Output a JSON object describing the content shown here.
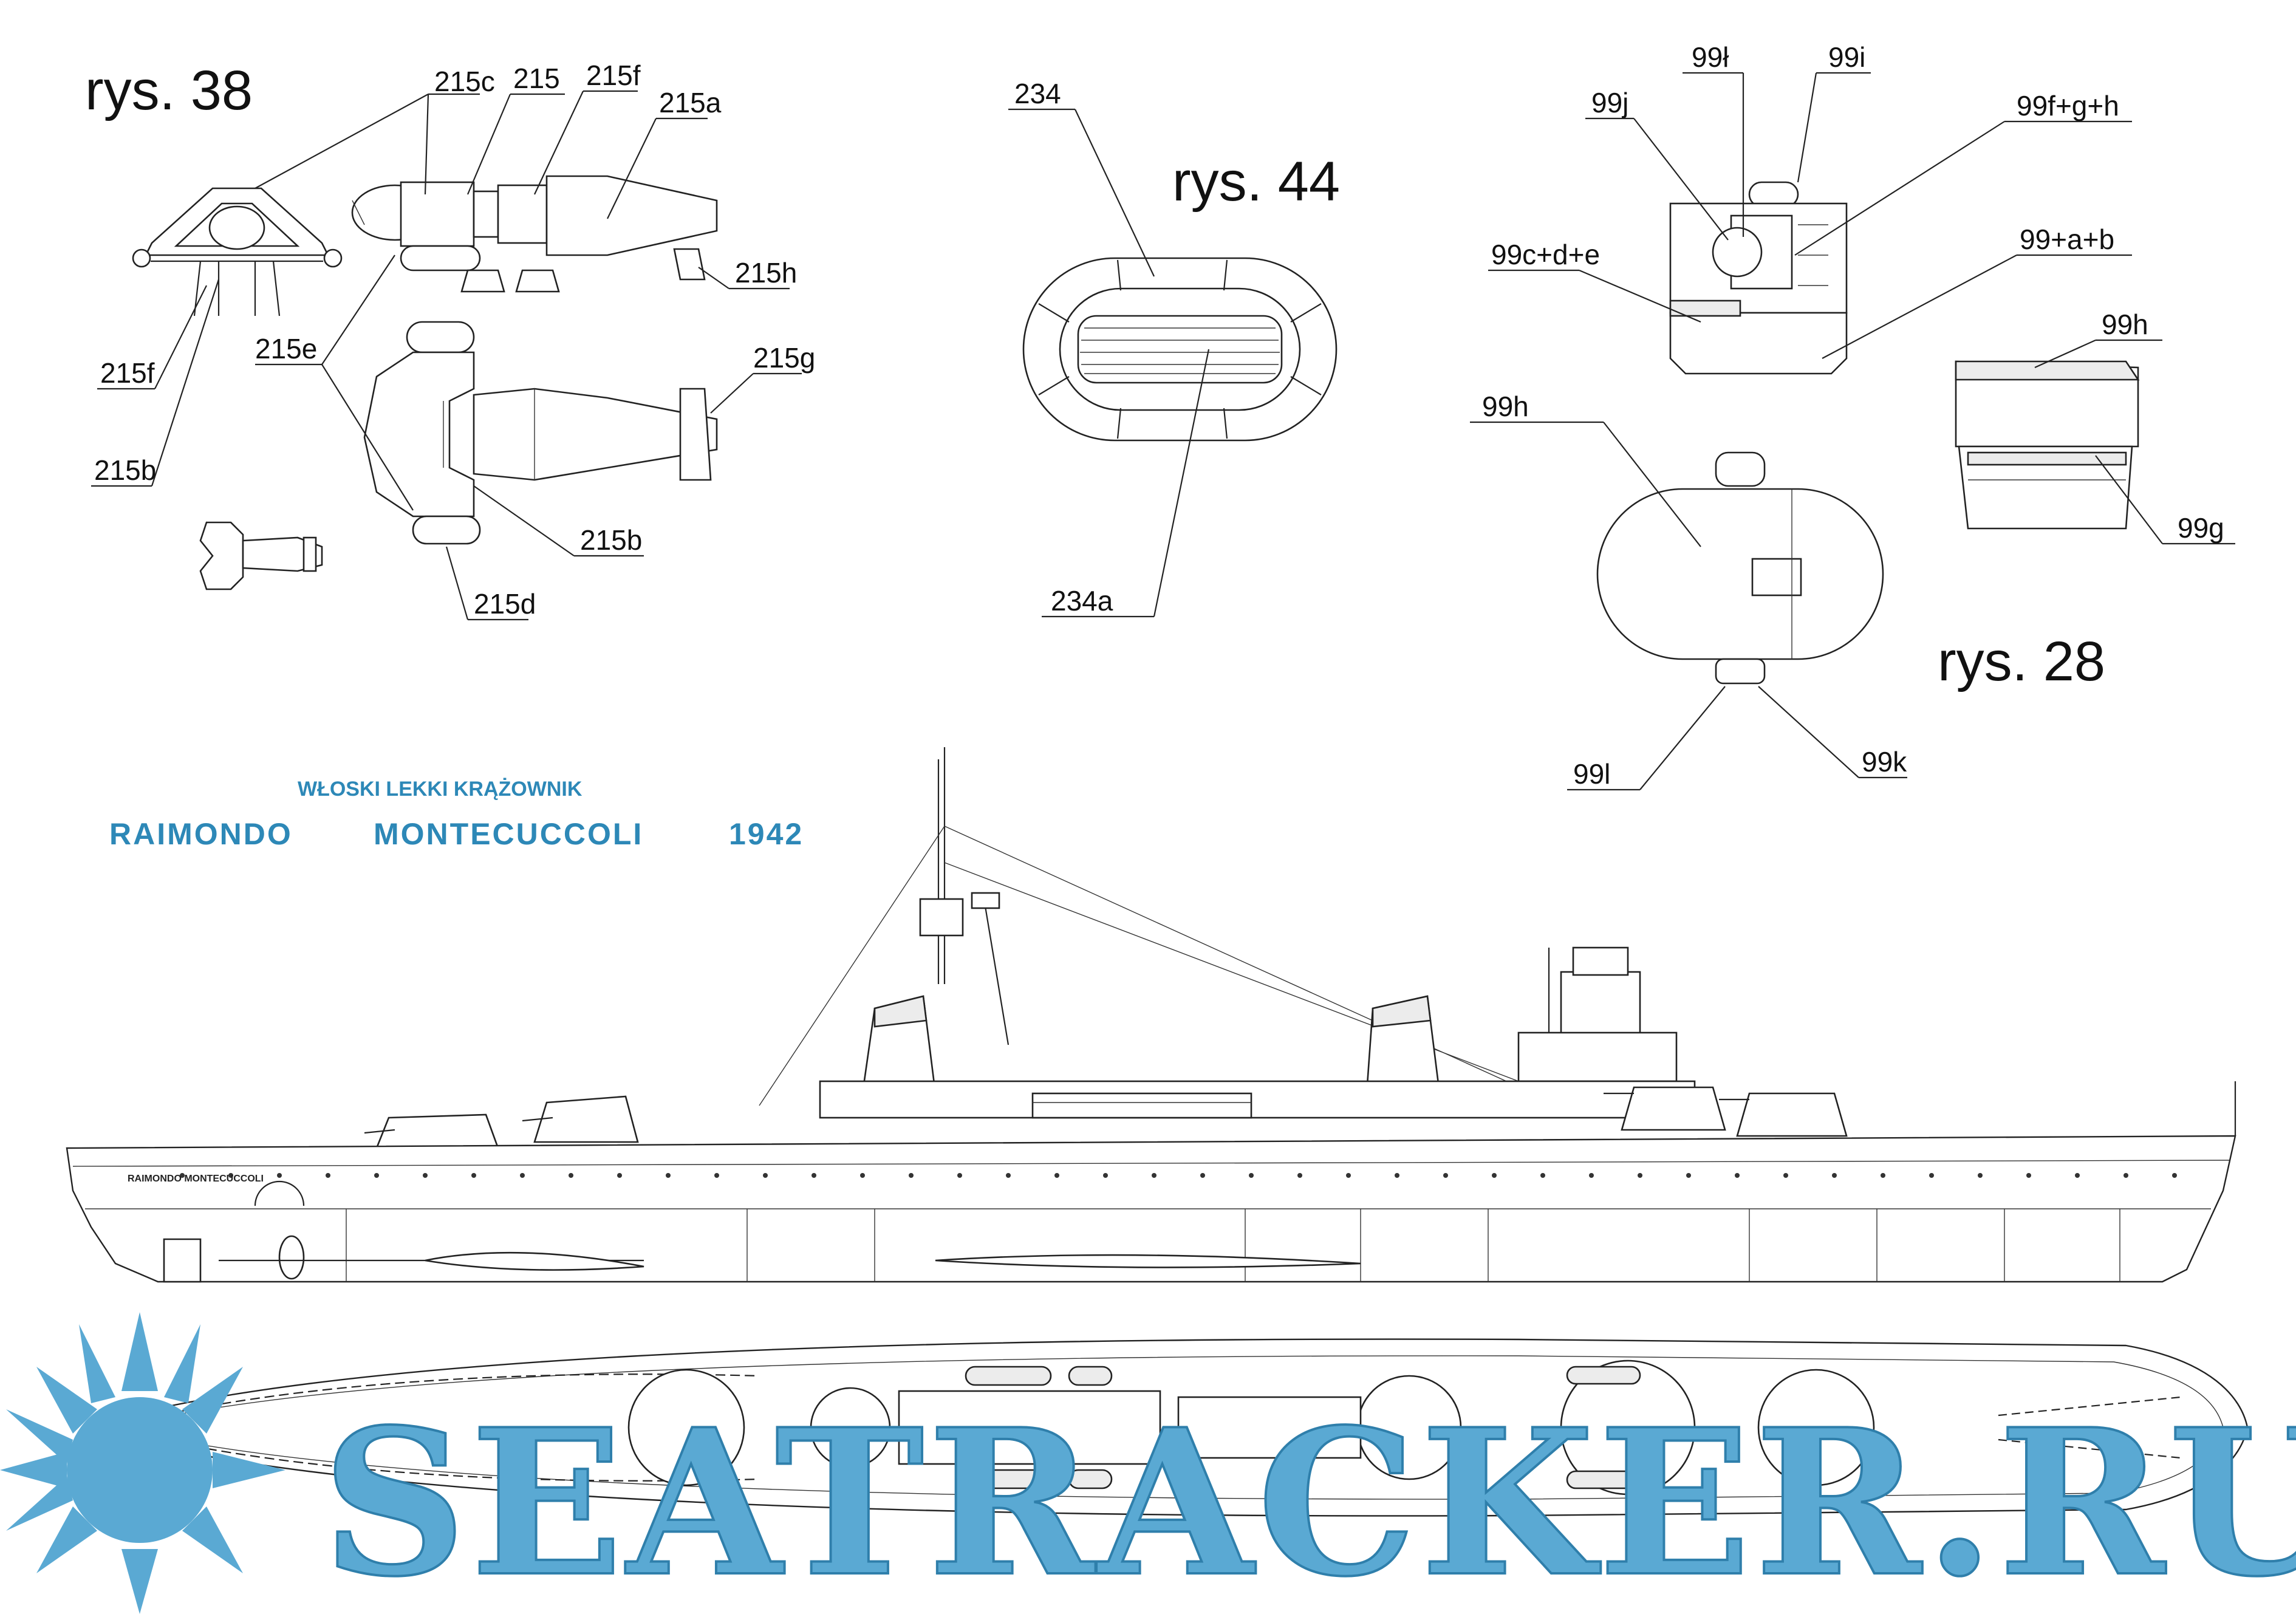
{
  "figures": {
    "fig38": {
      "title": "rys. 38",
      "labels": [
        "215c",
        "215",
        "215f",
        "215a",
        "215h",
        "215f",
        "215e",
        "215g",
        "215b",
        "215b",
        "215d"
      ]
    },
    "fig44": {
      "title": "rys. 44",
      "labels": [
        "234",
        "234a"
      ]
    },
    "fig28": {
      "title": "rys. 28",
      "labels": [
        "99ł",
        "99i",
        "99j",
        "99f+g+h",
        "99c+d+e",
        "99+a+b",
        "99h",
        "99h",
        "99g",
        "99l",
        "99k"
      ]
    }
  },
  "ship": {
    "subtitle": "WŁOSKI LEKKI KRĄŻOWNIK",
    "name_part1": "RAIMONDO",
    "name_part2": "MONTECUCCOLI",
    "year": "1942",
    "hull_lettering": "RAIMONDO   MONTECUCCOLI"
  },
  "colors": {
    "accent": "#2d88b7",
    "watermark": "#5aa9d3"
  },
  "watermark": {
    "text": "SEATRACKER.RU"
  }
}
